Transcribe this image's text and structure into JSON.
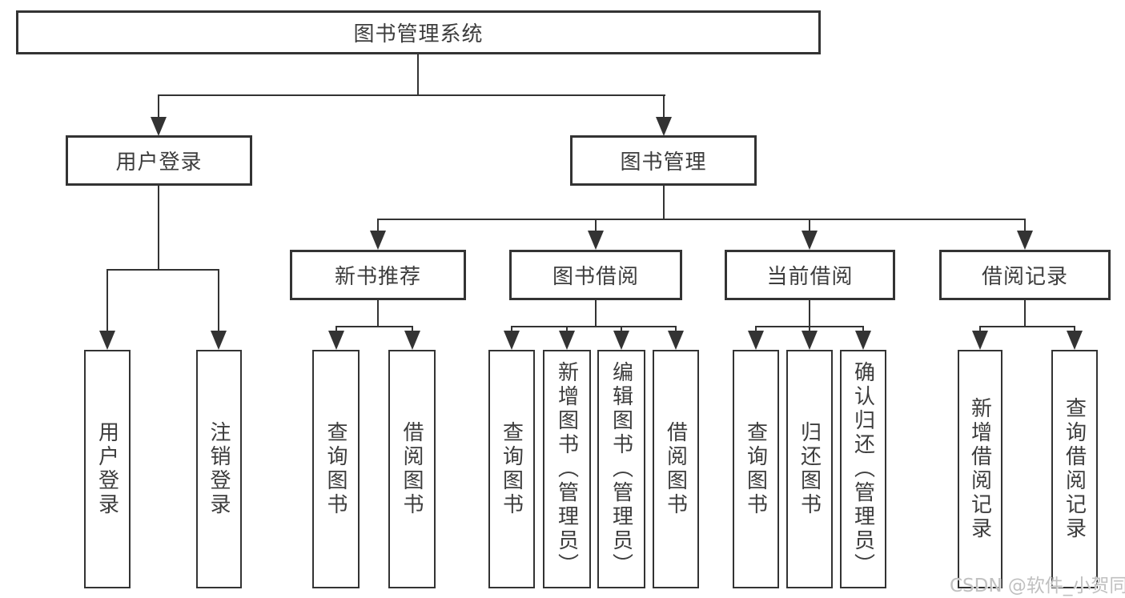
{
  "page": {
    "background": "#ffffff"
  },
  "diagram": {
    "root": {
      "label": "图书管理系统"
    },
    "branches": [
      {
        "label": "用户登录",
        "children": [
          {
            "label": "用户登录"
          },
          {
            "label": "注销登录"
          }
        ]
      },
      {
        "label": "图书管理",
        "children": [
          {
            "label": "新书推荐",
            "children": [
              {
                "label": "查询图书"
              },
              {
                "label": "借阅图书"
              }
            ]
          },
          {
            "label": "图书借阅",
            "children": [
              {
                "label": "查询图书"
              },
              {
                "label": "新增图书（管理员）"
              },
              {
                "label": "编辑图书（管理员）"
              },
              {
                "label": "借阅图书"
              }
            ]
          },
          {
            "label": "当前借阅",
            "children": [
              {
                "label": "查询图书"
              },
              {
                "label": "归还图书"
              },
              {
                "label": "确认归还（管理员）"
              }
            ]
          },
          {
            "label": "借阅记录",
            "children": [
              {
                "label": "新增借阅记录"
              },
              {
                "label": "查询借阅记录"
              }
            ]
          }
        ]
      }
    ],
    "colors": {
      "line": "#333333",
      "box_border": "#333333",
      "text": "#3d3d3d"
    }
  },
  "watermark": {
    "text": "CSDN @软件_小贺同学",
    "color": "#c0c0c0"
  }
}
